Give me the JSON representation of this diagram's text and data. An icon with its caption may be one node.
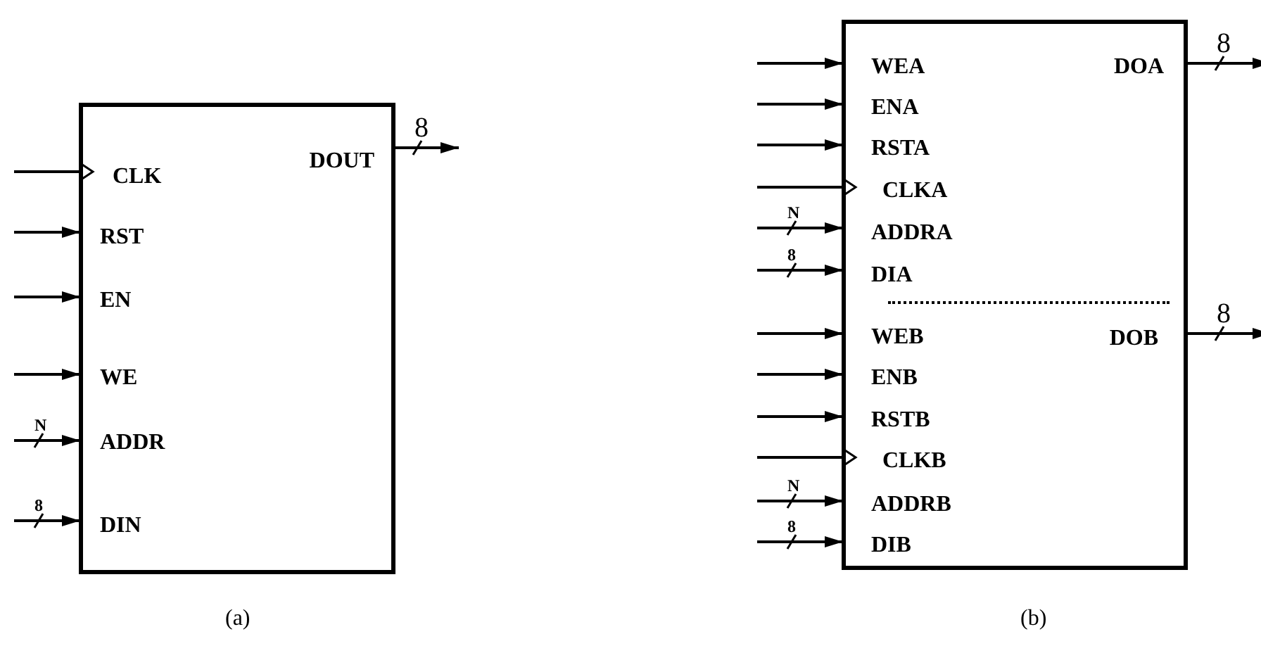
{
  "diagram": {
    "nodes": [
      {
        "text": [
          "DOUT",
          "CLK",
          "RST",
          "EN",
          "WE",
          "ADDR",
          "DIN"
        ]
      },
      {
        "text": [
          "WEA",
          "DOA",
          "ENA",
          "RSTA",
          "CLKA",
          "ADDRA",
          "DIA",
          "WEB",
          "DOB",
          "ENB",
          "RSTB",
          "CLKB",
          "ADDRB",
          "DIB"
        ]
      }
    ],
    "edges": [
      {
        "from": 0,
        "to": null,
        "arrow": "to",
        "label": "8"
      },
      {
        "from": null,
        "to": 0,
        "arrow": "to"
      },
      {
        "from": null,
        "to": 0,
        "arrow": "to"
      },
      {
        "from": null,
        "to": 0,
        "arrow": "to"
      },
      {
        "from": null,
        "to": 0,
        "arrow": "to"
      },
      {
        "from": null,
        "to": 0,
        "arrow": "to",
        "label": "N"
      },
      {
        "from": null,
        "to": 0,
        "arrow": "to",
        "label": "8"
      },
      {
        "from": null,
        "to": 1,
        "arrow": "to"
      },
      {
        "from": 1,
        "to": null,
        "arrow": "to",
        "label": "8"
      },
      {
        "from": null,
        "to": 1,
        "arrow": "to"
      },
      {
        "from": null,
        "to": 1,
        "arrow": "to"
      },
      {
        "from": null,
        "to": 1,
        "arrow": "to"
      },
      {
        "from": null,
        "to": 1,
        "arrow": "to",
        "label": "N"
      },
      {
        "from": null,
        "to": 1,
        "arrow": "to",
        "label": "8"
      },
      {
        "from": null,
        "to": 1,
        "arrow": "to"
      },
      {
        "from": 1,
        "to": null,
        "arrow": "to",
        "label": "8"
      },
      {
        "from": null,
        "to": 1,
        "arrow": "to"
      },
      {
        "from": null,
        "to": 1,
        "arrow": "to"
      },
      {
        "from": null,
        "to": 1,
        "arrow": "to"
      },
      {
        "from": null,
        "to": 1,
        "arrow": "to",
        "label": "N"
      },
      {
        "from": null,
        "to": 1,
        "arrow": "to",
        "label": "8"
      }
    ],
    "labels": [
      "(a)",
      "(b)"
    ]
  }
}
